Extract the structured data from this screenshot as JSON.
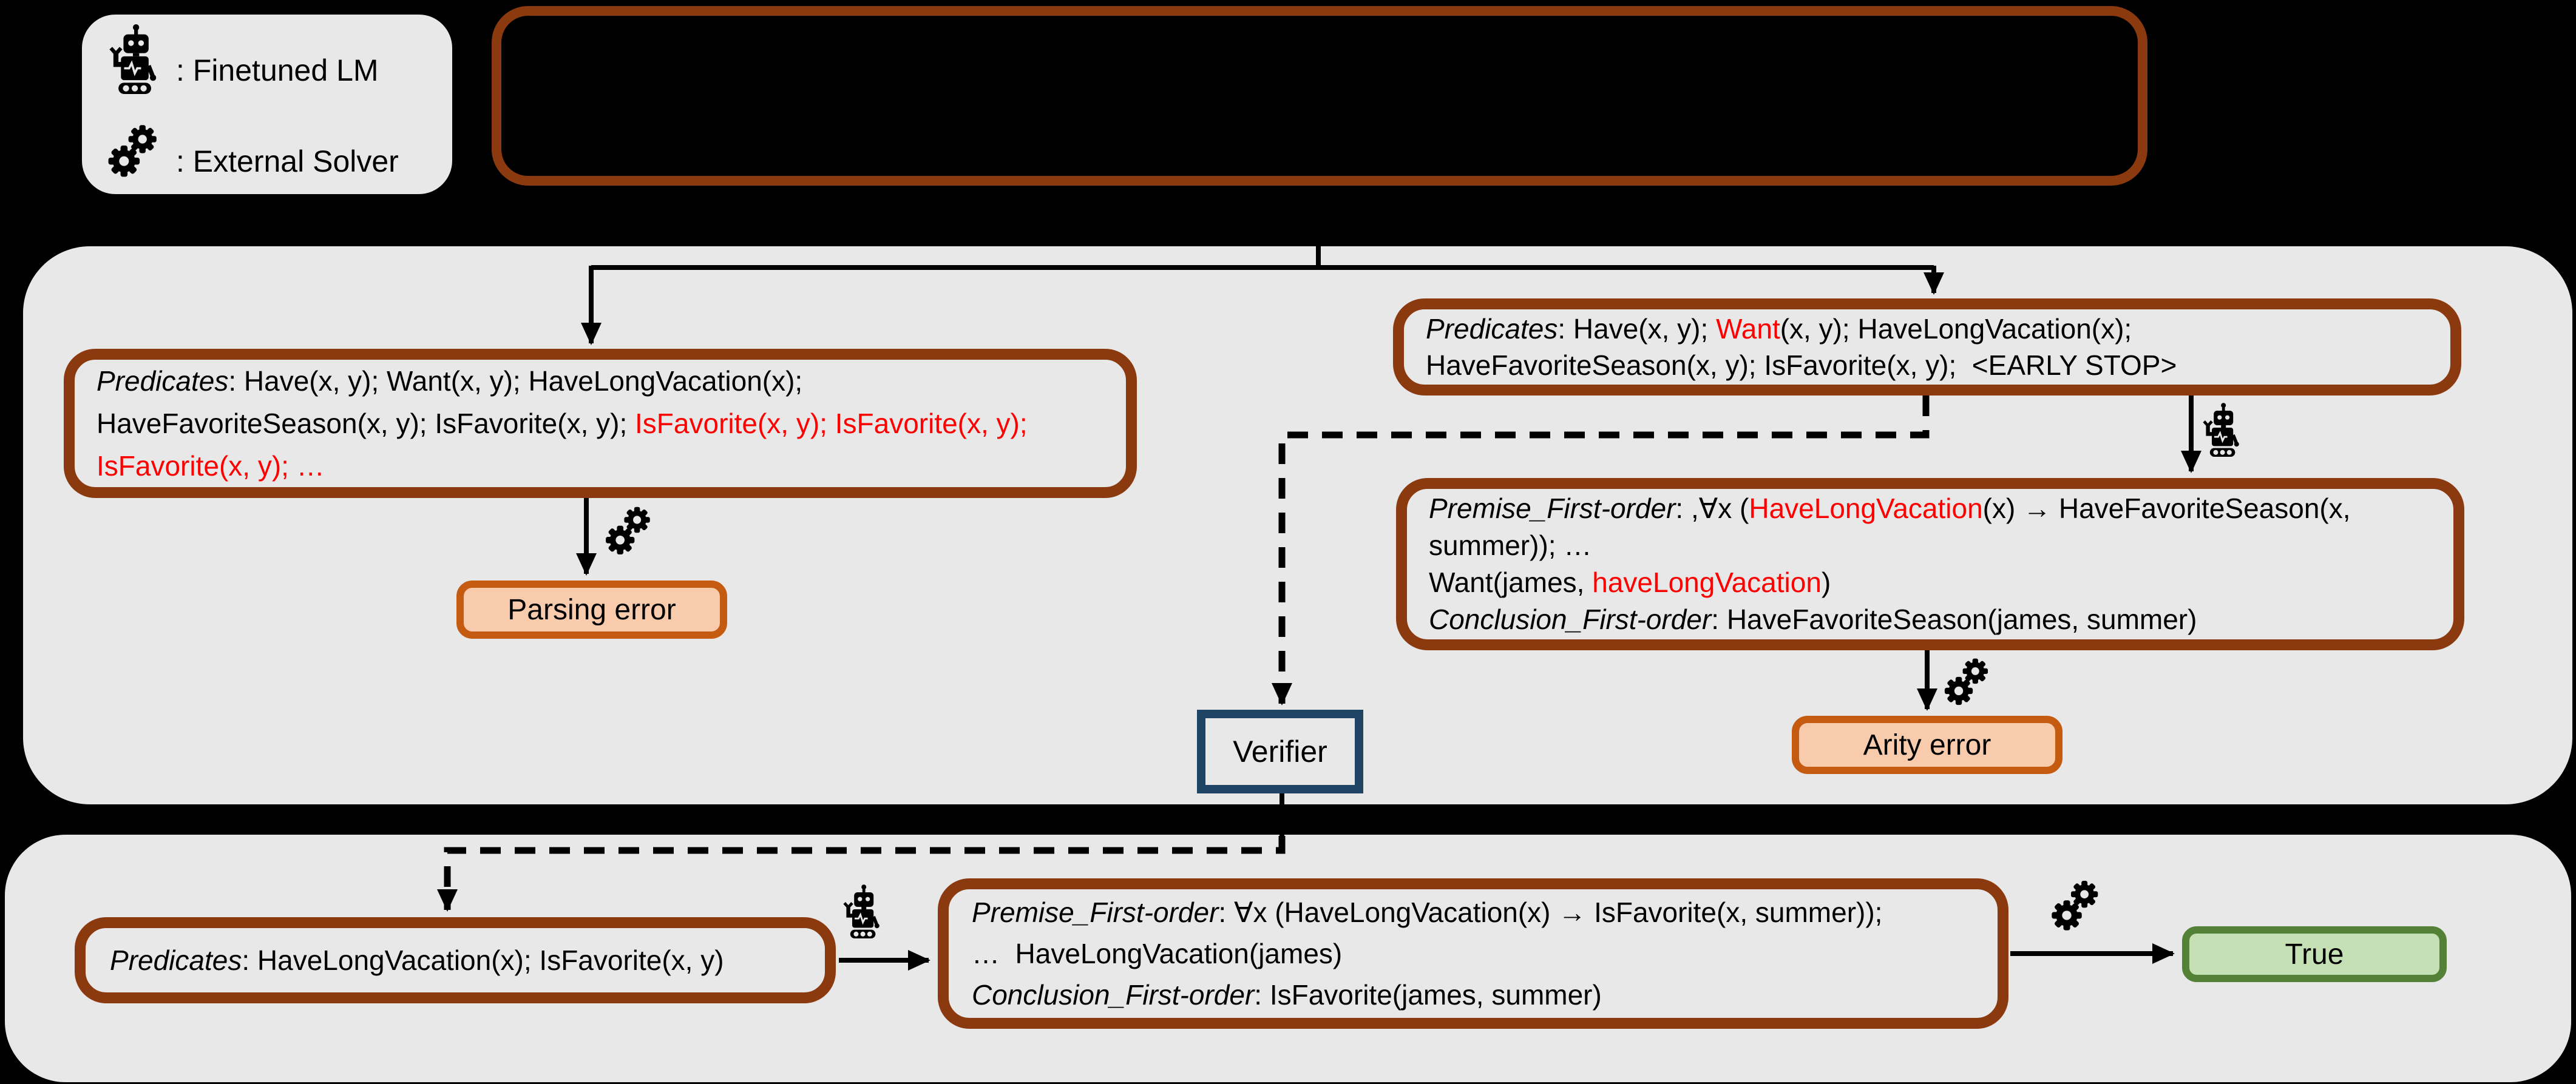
{
  "legend": {
    "finetuned_lm": ": Finetuned LM",
    "external_solver": ": External Solver"
  },
  "icons": {
    "robot": "finetuned-lm-robot",
    "gears": "external-solver-gears"
  },
  "labels": {
    "parsing_error": "Parsing error",
    "arity_error": "Arity error",
    "verifier": "Verifier",
    "true_result": "True"
  },
  "boxes": {
    "left_predicates": {
      "lines": [
        [
          {
            "t": "Predicates",
            "i": true
          },
          {
            "t": ": Have(x, y); Want(x, y); HaveLongVacation(x);"
          }
        ],
        [
          {
            "t": "HaveFavoriteSeason(x, y); IsFavorite(x, y); "
          },
          {
            "t": "IsFavorite(x, y); IsFavorite(x, y);",
            "c": "red"
          }
        ],
        [
          {
            "t": "IsFavorite(x, y); …",
            "c": "red"
          }
        ]
      ]
    },
    "right_predicates": {
      "lines": [
        [
          {
            "t": "Predicates",
            "i": true
          },
          {
            "t": ": Have(x, y); "
          },
          {
            "t": "Want",
            "c": "red"
          },
          {
            "t": "(x, y); HaveLongVacation(x);"
          }
        ],
        [
          {
            "t": "HaveFavoriteSeason(x, y); IsFavorite(x, y);  <EARLY STOP>"
          }
        ]
      ]
    },
    "right_premise": {
      "lines": [
        [
          {
            "t": "Premise_First-order",
            "i": true
          },
          {
            "t": ": ,∀x ("
          },
          {
            "t": "HaveLongVacation",
            "c": "red"
          },
          {
            "t": "(x) → HaveFavoriteSeason(x,"
          }
        ],
        [
          {
            "t": "summer)); …"
          }
        ],
        [
          {
            "t": "Want(james, "
          },
          {
            "t": "haveLongVacation",
            "c": "red"
          },
          {
            "t": ")"
          }
        ],
        [
          {
            "t": "Conclusion_First-order",
            "i": true
          },
          {
            "t": ": HaveFavoriteSeason(james, summer)"
          }
        ]
      ]
    },
    "bottom_predicates": {
      "lines": [
        [
          {
            "t": "Predicates",
            "i": true
          },
          {
            "t": ": HaveLongVacation(x); IsFavorite(x, y)"
          }
        ]
      ]
    },
    "bottom_premise": {
      "lines": [
        [
          {
            "t": "Premise_First-order",
            "i": true
          },
          {
            "t": ": ∀x (HaveLongVacation(x) → IsFavorite(x, summer));"
          }
        ],
        [
          {
            "t": "…  HaveLongVacation(james)"
          }
        ],
        [
          {
            "t": "Conclusion_First-order",
            "i": true
          },
          {
            "t": ": IsFavorite(james, summer)"
          }
        ]
      ]
    }
  },
  "colors": {
    "background": "#000000",
    "region_gray": "#E8E8E8",
    "box_border_brown": "#8B3A10",
    "error_fill": "#F8CBAD",
    "error_border": "#C55A11",
    "true_fill": "#C5E0B4",
    "true_border": "#538135",
    "verifier_border": "#1F4464",
    "highlight_red": "#FF0000"
  }
}
